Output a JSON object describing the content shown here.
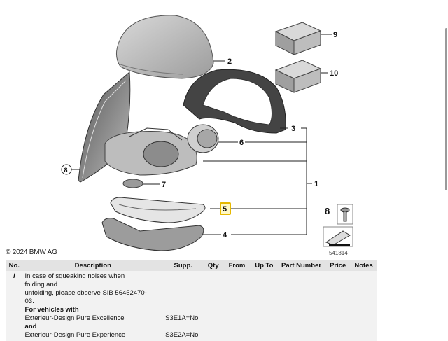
{
  "copyright": "© 2024 BMW AG",
  "callouts": {
    "n1": "1",
    "n2": "2",
    "n3": "3",
    "n4": "4",
    "n5": "5",
    "n6": "6",
    "n7": "7",
    "n8": "8",
    "n9": "9",
    "n10": "10",
    "legend_8": "8",
    "diagram_id": "541814"
  },
  "table": {
    "headers": {
      "no": "No.",
      "description": "Description",
      "supp": "Supp.",
      "qty": "Qty",
      "from": "From",
      "upto": "Up To",
      "part_number": "Part Number",
      "price": "Price",
      "notes": "Notes"
    },
    "row": {
      "no": "i",
      "note_line1": "In case of squeaking noises when",
      "note_line2": "folding and",
      "note_line3": "unfolding, please observe SIB 56452470-",
      "note_line4": "03.",
      "for_vehicles": "For vehicles with",
      "line_excellence": "Exterieur-Design Pure Excellence",
      "supp_excellence": "S3E1A=No",
      "and": "and",
      "line_experience": "Exterieur-Design Pure Experience",
      "supp_experience": "S3E2A=No"
    }
  },
  "colors": {
    "highlight": "#e6b800",
    "header_bg": "#e3e3e3",
    "row_bg": "#f2f2f2"
  }
}
